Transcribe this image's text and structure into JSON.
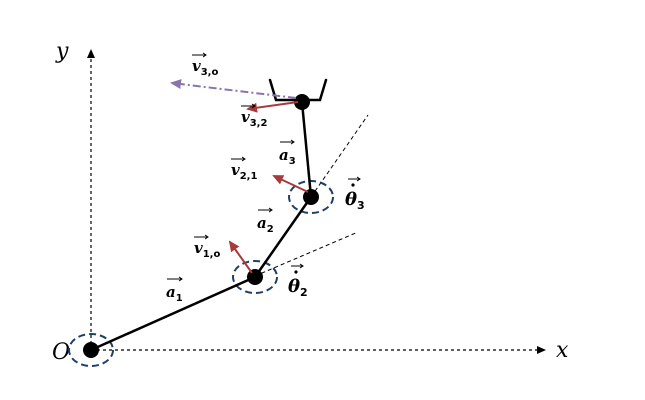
{
  "axes": {
    "x_label": "x",
    "y_label": "y",
    "origin_label": "O"
  },
  "links": [
    {
      "symbol": "a",
      "sub": "1"
    },
    {
      "symbol": "a",
      "sub": "2"
    },
    {
      "symbol": "a",
      "sub": "3"
    }
  ],
  "velocities": [
    {
      "symbol": "v",
      "sub": "1,o"
    },
    {
      "symbol": "v",
      "sub": "2,1"
    },
    {
      "symbol": "v",
      "sub": "3,2"
    },
    {
      "symbol": "v",
      "sub": "3,o"
    }
  ],
  "joint_rates": [
    {
      "symbol": "θ",
      "sub": "2"
    },
    {
      "symbol": "θ",
      "sub": "3"
    }
  ],
  "colors": {
    "velocity": "#a83a3a",
    "velocity_absolute": "#8a74ad",
    "rotation_ring": "#1f3f66",
    "arm": "#000000"
  }
}
